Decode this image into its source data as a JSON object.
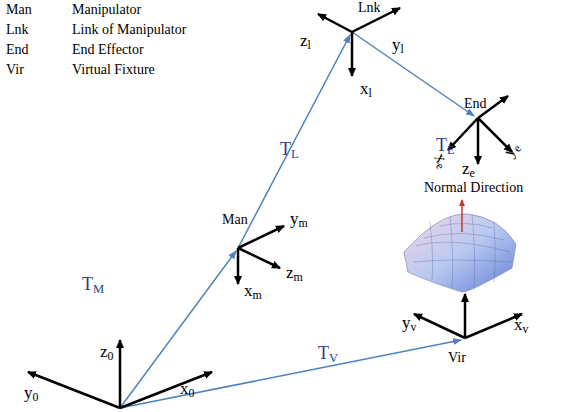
{
  "diagram": {
    "labels": [
      "Man",
      "Manipulator",
      "Lnk",
      "Link of Manipulator",
      "End",
      "End Effector",
      "Vir",
      "Virtual Fixture",
      "Man",
      "Lnk",
      "End",
      "Vir",
      "Normal Direction",
      "TM",
      "TL",
      "TE",
      "TV",
      "z0",
      "y0",
      "x0",
      "ym",
      "zm",
      "xm",
      "zl",
      "yl",
      "xl",
      "xe",
      "ze",
      "ye",
      "xv",
      "yv"
    ]
  }
}
